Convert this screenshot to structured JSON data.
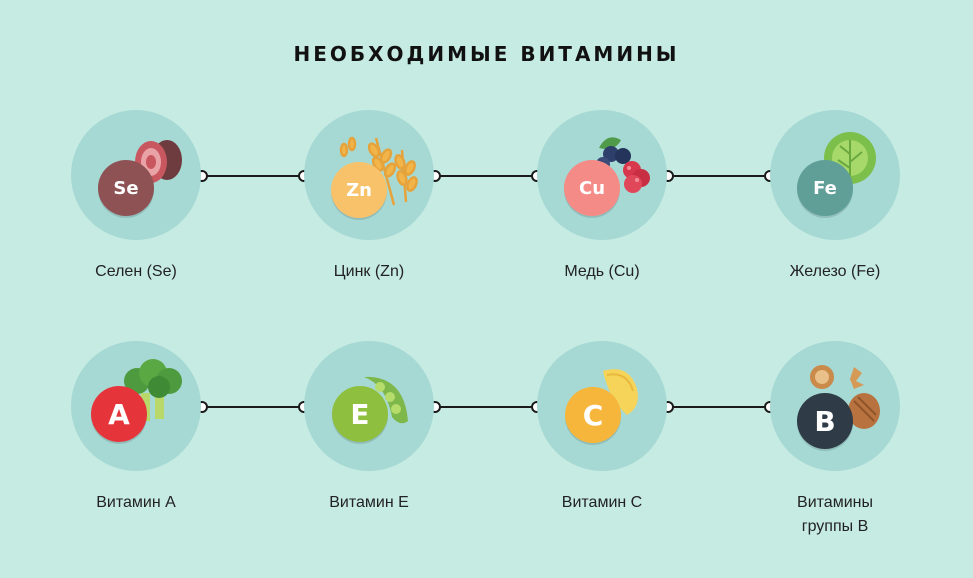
{
  "title": "НЕОБХОДИМЫЕ ВИТАМИНЫ",
  "minerals": [
    {
      "label": "Селен (Se)",
      "symbol": "Se",
      "color": "#8e5255",
      "food": "meat-icon"
    },
    {
      "label": "Цинк (Zn)",
      "symbol": "Zn",
      "color": "#f8c26a",
      "food": "wheat-icon"
    },
    {
      "label": "Медь (Cu)",
      "symbol": "Cu",
      "color": "#f48b87",
      "food": "berries-icon"
    },
    {
      "label": "Железо (Fe)",
      "symbol": "Fe",
      "color": "#5f9f98",
      "food": "cabbage-icon"
    }
  ],
  "vitamins": [
    {
      "label": "Витамин А",
      "symbol": "A",
      "color": "#e5353b",
      "food": "broccoli-icon"
    },
    {
      "label": "Витамин Е",
      "symbol": "E",
      "color": "#8fbf3e",
      "food": "peas-icon"
    },
    {
      "label": "Витамин С",
      "symbol": "C",
      "color": "#f6b63c",
      "food": "lemon-icon"
    },
    {
      "label": "Витамины группы В",
      "label_line1": "Витамины",
      "label_line2": "группы В",
      "symbol": "B",
      "color": "#2f3b46",
      "food": "nuts-icon"
    }
  ],
  "colors": {
    "background": "#c6ebe3",
    "circle": "#a6d9d4",
    "line": "#1a1a1a"
  }
}
